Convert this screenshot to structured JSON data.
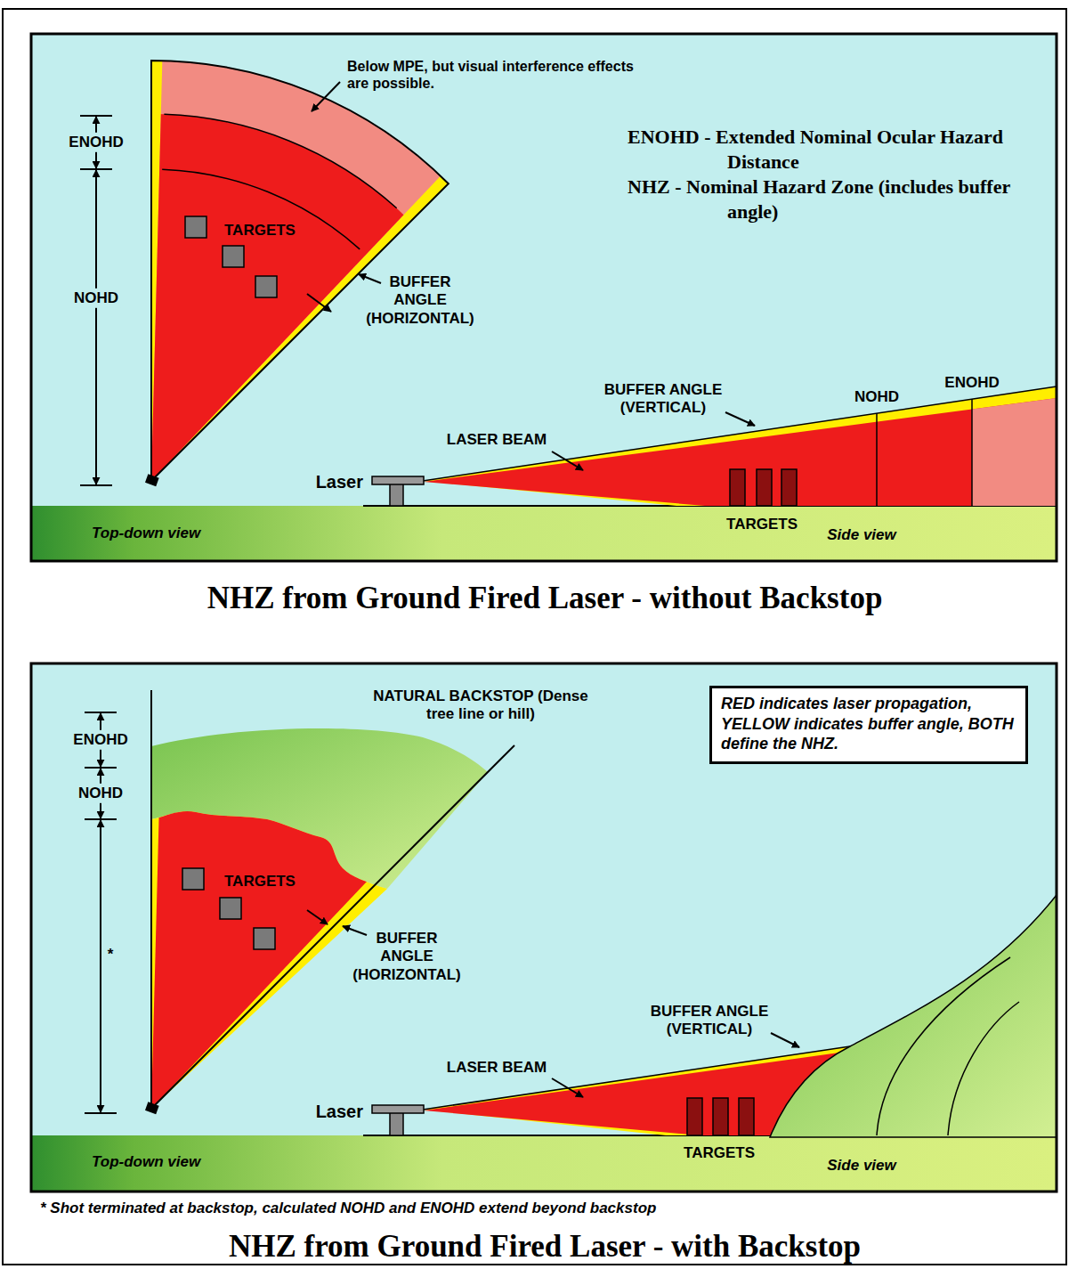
{
  "diagram": {
    "nodes": [
      {
        "text": [
          "RED indicates laser propagation, YELLOW indicates buffer angle, BOTH define the NHZ."
        ]
      }
    ],
    "labels": [
      "Below MPE, but visual interference effects are possible.",
      "ENOHD",
      "NOHD",
      "TARGETS",
      "BUFFER ANGLE (HORIZONTAL)",
      "ENOHD - Extended Nominal Ocular Hazard Distance",
      "NHZ - Nominal Hazard Zone (includes buffer angle)",
      "BUFFER ANGLE (VERTICAL)",
      "NOHD",
      "ENOHD",
      "LASER BEAM",
      "Laser",
      "TARGETS",
      "Top-down view",
      "Side view",
      "NHZ from Ground Fired Laser - without Backstop",
      "NATURAL BACKSTOP (Dense tree line or hill)",
      "ENOHD",
      "NOHD",
      "*",
      "TARGETS",
      "BUFFER ANGLE (HORIZONTAL)",
      "BUFFER ANGLE (VERTICAL)",
      "LASER BEAM",
      "Laser",
      "TARGETS",
      "Top-down view",
      "Side view",
      "* Shot terminated at backstop, calculated NOHD and ENOHD extend beyond backstop",
      "NHZ from Ground Fired Laser - with Backstop"
    ]
  }
}
